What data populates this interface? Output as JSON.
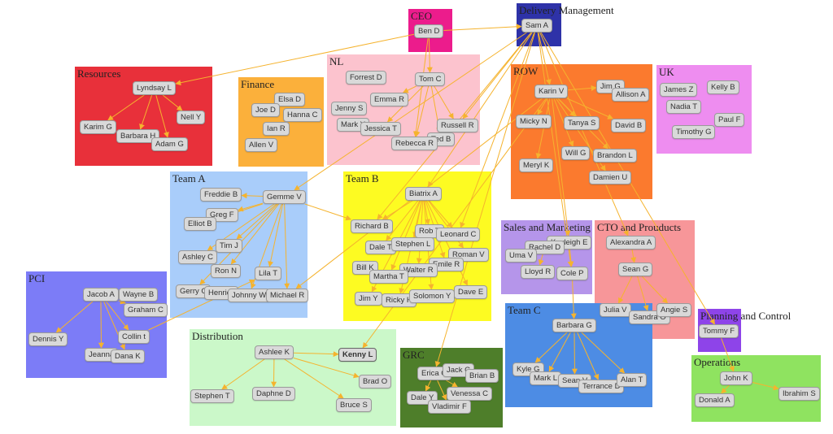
{
  "colors": {
    "edge": "#f5b32e",
    "node_fill": "#d9d9d9",
    "node_border": "#9a9a9a"
  },
  "groups": [
    {
      "id": "ceo",
      "label": "CEO",
      "color": "#ec1c8c"
    },
    {
      "id": "delivery",
      "label": "Delivery Management",
      "color": "#2e32a8"
    },
    {
      "id": "resources",
      "label": "Resources",
      "color": "#e8303a"
    },
    {
      "id": "finance",
      "label": "Finance",
      "color": "#fbb03b"
    },
    {
      "id": "nl",
      "label": "NL",
      "color": "#fcc3ce"
    },
    {
      "id": "row",
      "label": "ROW",
      "color": "#fb7a2e"
    },
    {
      "id": "uk",
      "label": "UK",
      "color": "#ee8df0"
    },
    {
      "id": "team_a",
      "label": "Team A",
      "color": "#a9cdfa"
    },
    {
      "id": "team_b",
      "label": "Team B",
      "color": "#fdfb22"
    },
    {
      "id": "sales",
      "label": "Sales and Marketing",
      "color": "#b595ea"
    },
    {
      "id": "cto",
      "label": "CTO and Prouducts",
      "color": "#f79699"
    },
    {
      "id": "pci",
      "label": "PCI",
      "color": "#7c7cf7"
    },
    {
      "id": "distribution",
      "label": "Distribution",
      "color": "#cbf8c9"
    },
    {
      "id": "grc",
      "label": "GRC",
      "color": "#4e7e2a"
    },
    {
      "id": "team_c",
      "label": "Team C",
      "color": "#4d8ce4"
    },
    {
      "id": "planning",
      "label": "Planning and Control",
      "color": "#8e44e9"
    },
    {
      "id": "operations",
      "label": "Operations",
      "color": "#8fe360"
    }
  ],
  "nodes": [
    {
      "id": "ben",
      "label": "Ben D"
    },
    {
      "id": "sam",
      "label": "Sam A"
    },
    {
      "id": "lyndsay",
      "label": "Lyndsay L"
    },
    {
      "id": "karim",
      "label": "Karim G"
    },
    {
      "id": "barbara_h",
      "label": "Barbara H"
    },
    {
      "id": "nell",
      "label": "Nell Y"
    },
    {
      "id": "adam",
      "label": "Adam G"
    },
    {
      "id": "elsa",
      "label": "Elsa D"
    },
    {
      "id": "joe",
      "label": "Joe D"
    },
    {
      "id": "hanna",
      "label": "Hanna C"
    },
    {
      "id": "ian",
      "label": "Ian R"
    },
    {
      "id": "allen",
      "label": "Allen V"
    },
    {
      "id": "forrest",
      "label": "Forrest D"
    },
    {
      "id": "tom",
      "label": "Tom C"
    },
    {
      "id": "emma",
      "label": "Emma R"
    },
    {
      "id": "jenny",
      "label": "Jenny S"
    },
    {
      "id": "mark_y",
      "label": "Mark Y"
    },
    {
      "id": "jessica",
      "label": "Jessica T"
    },
    {
      "id": "russell",
      "label": "Russell R"
    },
    {
      "id": "ted",
      "label": "Ted B"
    },
    {
      "id": "rebecca",
      "label": "Rebecca R"
    },
    {
      "id": "karin",
      "label": "Karin V"
    },
    {
      "id": "jim_g",
      "label": "Jim G"
    },
    {
      "id": "allison",
      "label": "Allison A"
    },
    {
      "id": "micky",
      "label": "Micky N"
    },
    {
      "id": "tanya",
      "label": "Tanya S"
    },
    {
      "id": "david_b",
      "label": "David B"
    },
    {
      "id": "will",
      "label": "Will G"
    },
    {
      "id": "brandon",
      "label": "Brandon L"
    },
    {
      "id": "meryl",
      "label": "Meryl K"
    },
    {
      "id": "damien",
      "label": "Damien U"
    },
    {
      "id": "james",
      "label": "James Z"
    },
    {
      "id": "kelly",
      "label": "Kelly B"
    },
    {
      "id": "nadia",
      "label": "Nadia T"
    },
    {
      "id": "paul",
      "label": "Paul F"
    },
    {
      "id": "timothy",
      "label": "Timothy G"
    },
    {
      "id": "freddie",
      "label": "Freddie B"
    },
    {
      "id": "gemme",
      "label": "Gemme V"
    },
    {
      "id": "greg",
      "label": "Greg F"
    },
    {
      "id": "elliot",
      "label": "Elliot B"
    },
    {
      "id": "tim",
      "label": "Tim J"
    },
    {
      "id": "ashley_c",
      "label": "Ashley C"
    },
    {
      "id": "ron",
      "label": "Ron N"
    },
    {
      "id": "lila",
      "label": "Lila T"
    },
    {
      "id": "gerry",
      "label": "Gerry C"
    },
    {
      "id": "henrick",
      "label": "Henrick"
    },
    {
      "id": "johnny",
      "label": "Johnny W"
    },
    {
      "id": "michael",
      "label": "Michael R"
    },
    {
      "id": "biatrix",
      "label": "Biatrix A"
    },
    {
      "id": "richard",
      "label": "Richard B"
    },
    {
      "id": "rob",
      "label": "Rob T"
    },
    {
      "id": "leonard",
      "label": "Leonard C"
    },
    {
      "id": "dale_t",
      "label": "Dale T"
    },
    {
      "id": "stephen_l",
      "label": "Stephen L"
    },
    {
      "id": "roman",
      "label": "Roman V"
    },
    {
      "id": "bill",
      "label": "Bill K"
    },
    {
      "id": "emile",
      "label": "Emile R"
    },
    {
      "id": "walter",
      "label": "Walter R"
    },
    {
      "id": "martha",
      "label": "Martha T"
    },
    {
      "id": "jim_y",
      "label": "Jim Y"
    },
    {
      "id": "ricky",
      "label": "Ricky H"
    },
    {
      "id": "solomon",
      "label": "Solomon Y"
    },
    {
      "id": "dave",
      "label": "Dave E"
    },
    {
      "id": "kayleigh",
      "label": "Kayleigh E"
    },
    {
      "id": "rachel",
      "label": "Rachel D"
    },
    {
      "id": "uma",
      "label": "Uma V"
    },
    {
      "id": "lloyd",
      "label": "Lloyd R"
    },
    {
      "id": "cole",
      "label": "Cole P"
    },
    {
      "id": "alexandra",
      "label": "Alexandra A"
    },
    {
      "id": "sean_g",
      "label": "Sean G"
    },
    {
      "id": "julia",
      "label": "Julia V"
    },
    {
      "id": "sandra",
      "label": "Sandra O"
    },
    {
      "id": "angie",
      "label": "Angie S"
    },
    {
      "id": "jacob",
      "label": "Jacob A"
    },
    {
      "id": "wayne",
      "label": "Wayne B"
    },
    {
      "id": "graham",
      "label": "Graham C"
    },
    {
      "id": "dennis",
      "label": "Dennis Y"
    },
    {
      "id": "collin",
      "label": "Collin t"
    },
    {
      "id": "jeanna",
      "label": "Jeanna"
    },
    {
      "id": "dana",
      "label": "Dana K"
    },
    {
      "id": "ashlee",
      "label": "Ashlee K"
    },
    {
      "id": "kenny",
      "label": "Kenny L"
    },
    {
      "id": "brad",
      "label": "Brad O"
    },
    {
      "id": "stephen_t",
      "label": "Stephen T"
    },
    {
      "id": "daphne",
      "label": "Daphne D"
    },
    {
      "id": "bruce",
      "label": "Bruce S"
    },
    {
      "id": "erica",
      "label": "Erica G"
    },
    {
      "id": "jack",
      "label": "Jack C"
    },
    {
      "id": "brian",
      "label": "Brian B"
    },
    {
      "id": "dale_y",
      "label": "Dale Y"
    },
    {
      "id": "venessa",
      "label": "Venessa C"
    },
    {
      "id": "vladimir",
      "label": "Vladimir F"
    },
    {
      "id": "barbara_g",
      "label": "Barbara G"
    },
    {
      "id": "kyle",
      "label": "Kyle G"
    },
    {
      "id": "mark_l",
      "label": "Mark L"
    },
    {
      "id": "sean_v",
      "label": "Sean V"
    },
    {
      "id": "terrance",
      "label": "Terrance D"
    },
    {
      "id": "alan",
      "label": "Alan T"
    },
    {
      "id": "tommy",
      "label": "Tommy F"
    },
    {
      "id": "john",
      "label": "John K"
    },
    {
      "id": "donald",
      "label": "Donald A"
    },
    {
      "id": "ibrahim",
      "label": "Ibrahim S"
    }
  ],
  "edges": [
    [
      "ben",
      "sam"
    ],
    [
      "ben",
      "lyndsay"
    ],
    [
      "ben",
      "tom"
    ],
    [
      "ben",
      "rebecca"
    ],
    [
      "sam",
      "karin"
    ],
    [
      "sam",
      "russell"
    ],
    [
      "sam",
      "biatrix"
    ],
    [
      "sam",
      "richard"
    ],
    [
      "sam",
      "alexandra"
    ],
    [
      "sam",
      "tommy"
    ],
    [
      "sam",
      "cole"
    ],
    [
      "sam",
      "erica"
    ],
    [
      "sam",
      "leonard"
    ],
    [
      "sam",
      "gemme"
    ],
    [
      "lyndsay",
      "karim"
    ],
    [
      "lyndsay",
      "barbara_h"
    ],
    [
      "lyndsay",
      "nell"
    ],
    [
      "lyndsay",
      "adam"
    ],
    [
      "tom",
      "emma"
    ],
    [
      "tom",
      "russell"
    ],
    [
      "tom",
      "ted"
    ],
    [
      "tom",
      "jessica"
    ],
    [
      "tom",
      "rebecca"
    ],
    [
      "karin",
      "jim_g"
    ],
    [
      "karin",
      "micky"
    ],
    [
      "karin",
      "tanya"
    ],
    [
      "karin",
      "david_b"
    ],
    [
      "karin",
      "will"
    ],
    [
      "karin",
      "brandon"
    ],
    [
      "karin",
      "meryl"
    ],
    [
      "karin",
      "damien"
    ],
    [
      "karin",
      "kenny"
    ],
    [
      "karin",
      "michael"
    ],
    [
      "karin",
      "kayleigh"
    ],
    [
      "gemme",
      "freddie"
    ],
    [
      "gemme",
      "greg"
    ],
    [
      "gemme",
      "elliot"
    ],
    [
      "gemme",
      "tim"
    ],
    [
      "gemme",
      "ashley_c"
    ],
    [
      "gemme",
      "ron"
    ],
    [
      "gemme",
      "lila"
    ],
    [
      "gemme",
      "gerry"
    ],
    [
      "gemme",
      "johnny"
    ],
    [
      "gemme",
      "michael"
    ],
    [
      "gemme",
      "richard"
    ],
    [
      "biatrix",
      "richard"
    ],
    [
      "biatrix",
      "rob"
    ],
    [
      "biatrix",
      "leonard"
    ],
    [
      "biatrix",
      "dale_t"
    ],
    [
      "biatrix",
      "stephen_l"
    ],
    [
      "biatrix",
      "roman"
    ],
    [
      "biatrix",
      "walter"
    ],
    [
      "biatrix",
      "emile"
    ],
    [
      "biatrix",
      "martha"
    ],
    [
      "biatrix",
      "dave"
    ],
    [
      "biatrix",
      "jim_y"
    ],
    [
      "biatrix",
      "ricky"
    ],
    [
      "biatrix",
      "solomon"
    ],
    [
      "kayleigh",
      "rachel"
    ],
    [
      "kayleigh",
      "cole"
    ],
    [
      "rachel",
      "uma"
    ],
    [
      "rachel",
      "lloyd"
    ],
    [
      "cole",
      "barbara_g"
    ],
    [
      "alexandra",
      "sean_g"
    ],
    [
      "sean_g",
      "julia"
    ],
    [
      "sean_g",
      "sandra"
    ],
    [
      "sean_g",
      "angie"
    ],
    [
      "jacob",
      "dennis"
    ],
    [
      "jacob",
      "graham"
    ],
    [
      "jacob",
      "collin"
    ],
    [
      "jacob",
      "jeanna"
    ],
    [
      "jacob",
      "dana"
    ],
    [
      "jacob",
      "wayne"
    ],
    [
      "ashlee",
      "kenny"
    ],
    [
      "ashlee",
      "brad"
    ],
    [
      "ashlee",
      "stephen_t"
    ],
    [
      "ashlee",
      "daphne"
    ],
    [
      "ashlee",
      "bruce"
    ],
    [
      "erica",
      "jack"
    ],
    [
      "erica",
      "dale_y"
    ],
    [
      "erica",
      "venessa"
    ],
    [
      "erica",
      "vladimir"
    ],
    [
      "jack",
      "brian"
    ],
    [
      "barbara_g",
      "kyle"
    ],
    [
      "barbara_g",
      "mark_l"
    ],
    [
      "barbara_g",
      "sean_v"
    ],
    [
      "barbara_g",
      "terrance"
    ],
    [
      "barbara_g",
      "alan"
    ],
    [
      "tommy",
      "john"
    ],
    [
      "john",
      "donald"
    ],
    [
      "john",
      "ibrahim"
    ],
    [
      "collin",
      "lila"
    ]
  ]
}
